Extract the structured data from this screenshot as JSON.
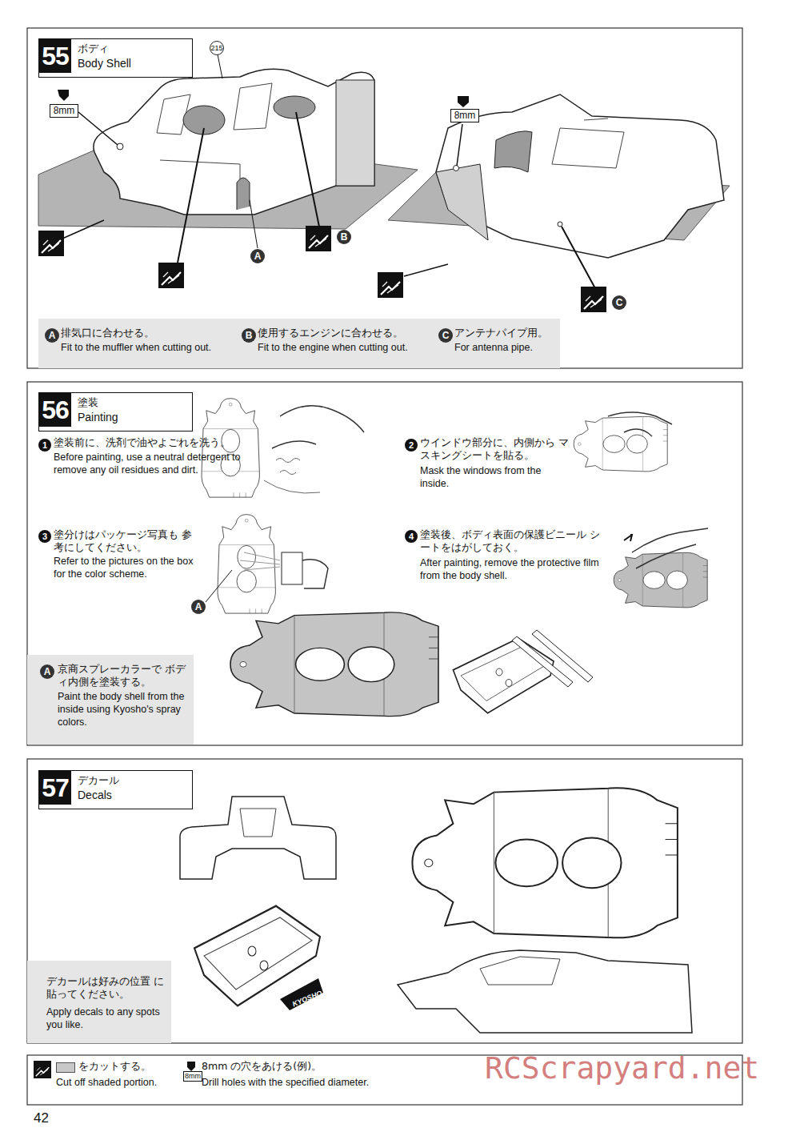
{
  "diagram": {
    "nodes": [
      {
        "text": [
          "55",
          "ボディ",
          "Body Shell"
        ]
      },
      {
        "text": [
          "A",
          "排気口に合わせる。",
          "Fit to the muffler when cutting out.",
          "B",
          "使用するエンジンに合わせる。",
          "Fit to the engine when cutting out.",
          "C",
          "アンテナパイプ用。",
          "For antenna pipe."
        ]
      },
      {
        "text": [
          "56",
          "塗装",
          "Painting"
        ]
      },
      {
        "text": [
          "A",
          "京商スプレーカラーで ボディ内側を塗装する。",
          "Paint the body shell from the inside using Kyosho's spray colors."
        ]
      },
      {
        "text": [
          "57",
          "デカール",
          "Decals"
        ]
      },
      {
        "text": [
          "デカールは好みの位置 に貼ってください。",
          "Apply decals to any spots you like."
        ]
      }
    ],
    "labels": [
      "215",
      "8mm",
      "8mm",
      "A",
      "B",
      "C",
      "1",
      "塗装前に、洗剤で油やよごれを洗う。",
      "Before painting, use a neutral detergent to remove any oil residues and dirt.",
      "2",
      "ウインドウ部分に、内側から マスキングシートを貼る。",
      "Mask the windows from the inside.",
      "3",
      "塗分けはパッケージ写真も 参考にしてください。",
      "Refer to the pictures on the box for the color scheme.",
      "4",
      "塗装後、ボディ表面の保護ビニール シートをはがしておく。",
      "After painting, remove the protective film from the body shell.",
      "A",
      "KYOSHO",
      "Cut off shaded portion.",
      "8mm",
      "8mm の穴をあける(例)。",
      "Drill holes with the specified diameter.",
      "RCScrapyard.net",
      "42"
    ],
    "legend": [
      {
        "text": "をカットする。",
        "color": "#c8c8c8"
      }
    ]
  }
}
